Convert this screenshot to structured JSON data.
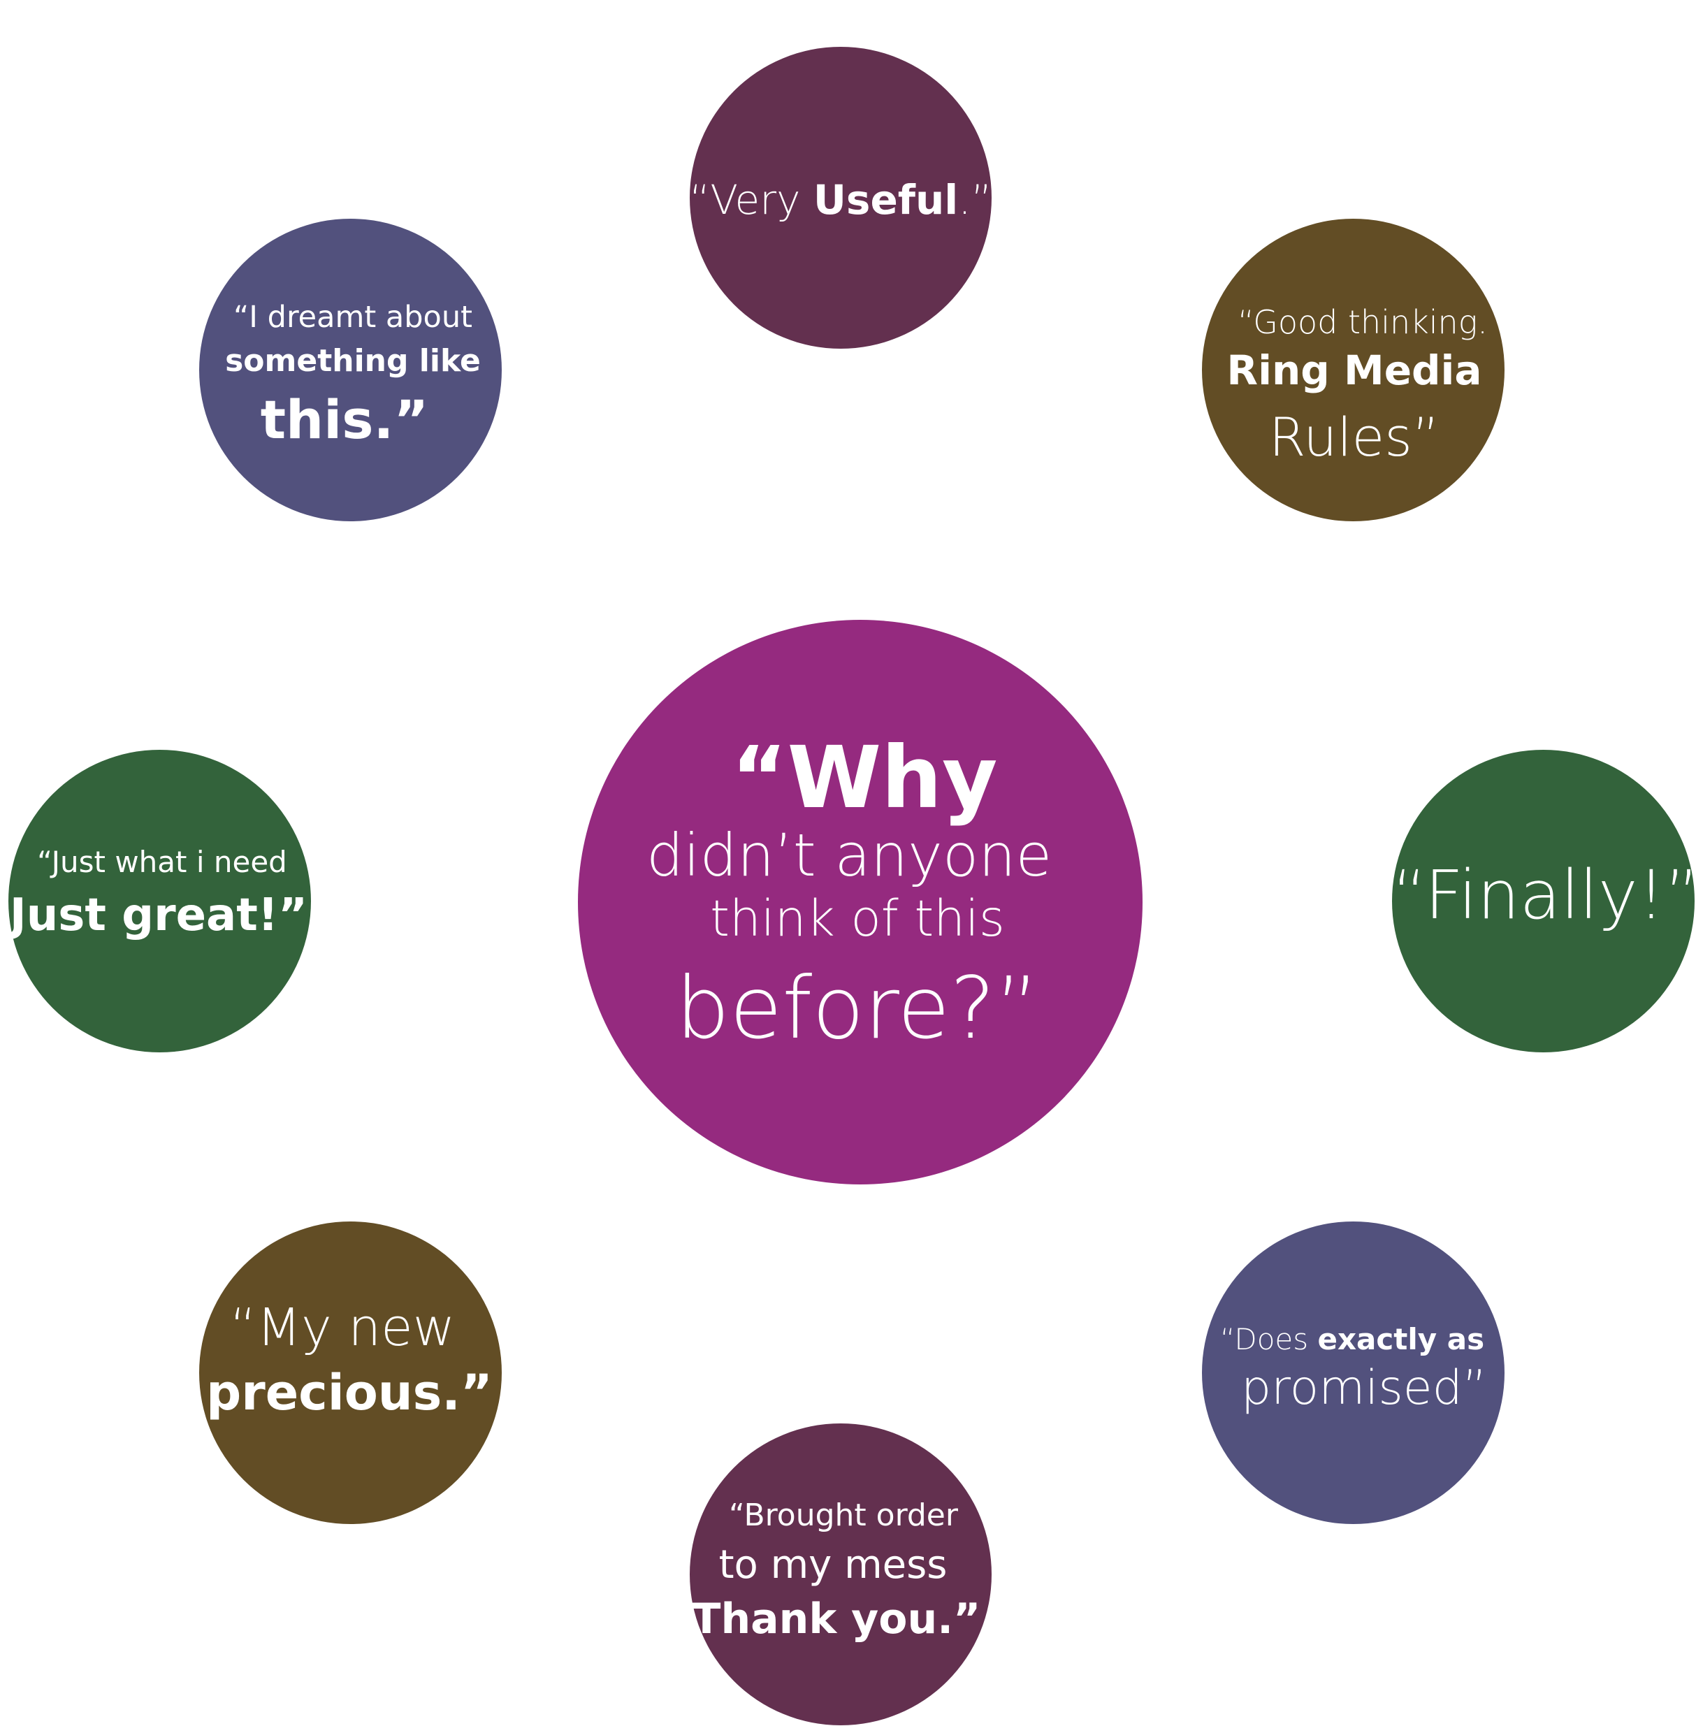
{
  "colors": {
    "main": "#952a7f",
    "plum": "#63304f",
    "slate": "#52517d",
    "olive": "#624d25",
    "green": "#33633b",
    "text": "#ffffff"
  },
  "center": {
    "line1": "“Why",
    "line2": "didn’t anyone",
    "line3": "think of this",
    "line4": "before?”"
  },
  "bubbles": {
    "useful": {
      "pre": "“Very ",
      "bold": "Useful",
      "post": ".”"
    },
    "dreamt": {
      "line1": "“I dreamt about",
      "line2": "something like",
      "line3": "this.”"
    },
    "good": {
      "line1": "“Good thinking.",
      "line2": "Ring Media",
      "line3": "Rules”"
    },
    "just": {
      "line1": "“Just what i need",
      "line2": "Just great!”"
    },
    "finally": {
      "line1": "“Finally!”"
    },
    "precious": {
      "line1": "“My new",
      "line2": "precious.”"
    },
    "does": {
      "pre": "“Does ",
      "bold": "exactly as",
      "line2": "promised”"
    },
    "order": {
      "line1": "“Brought order",
      "line2": "to my mess",
      "line3": "Thank you.”"
    }
  }
}
